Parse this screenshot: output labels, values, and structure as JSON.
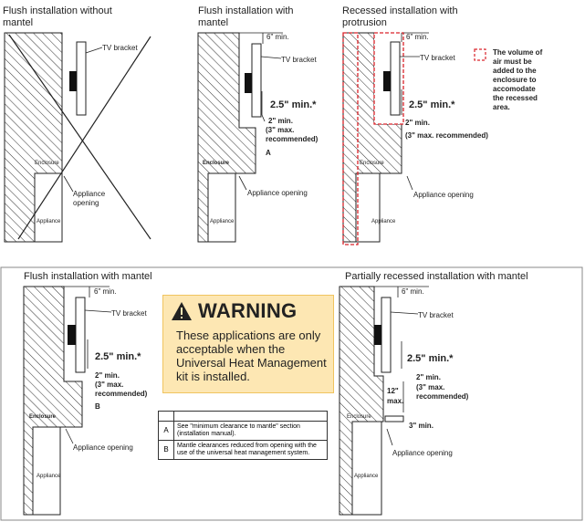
{
  "panels": {
    "p1": {
      "title_line1": "Flush installation without",
      "title_line2": "mantel",
      "tv_bracket": "TV bracket",
      "enclosure": "Enclosure",
      "appliance_opening_l1": "Appliance",
      "appliance_opening_l2": "opening",
      "appliance": "Appliance"
    },
    "p2": {
      "title_line1": "Flush installation with",
      "title_line2": "mantel",
      "min6": "6\" min.",
      "tv_bracket": "TV bracket",
      "min25": "2.5\" min.*",
      "min2": "2\" min.",
      "max3_l1": "(3\" max.",
      "max3_l2": "recommended)",
      "label_a": "A",
      "enclosure": "Enclosure",
      "appliance_opening": "Appliance opening",
      "appliance": "Appliance"
    },
    "p3": {
      "title_line1": "Recessed installation with",
      "title_line2": "protrusion",
      "min6": "6\" min.",
      "tv_bracket": "TV bracket",
      "min25": "2.5\" min.*",
      "min2": "2\" min.",
      "max3": "(3\" max. recommended)",
      "enclosure": "Enclosure",
      "appliance_opening": "Appliance opening",
      "appliance": "Appliance",
      "note_l1": "The volume of",
      "note_l2": "air must be",
      "note_l3": "added to the",
      "note_l4": "enclosure to",
      "note_l5": "accomodate",
      "note_l6": "the recessed",
      "note_l7": "area."
    },
    "p4": {
      "title": "Flush installation with mantel",
      "min6": "6\" min.",
      "tv_bracket": "TV bracket",
      "min25": "2.5\" min.*",
      "min2": "2\" min.",
      "max3_l1": "(3\" max.",
      "max3_l2": "recommended)",
      "label_b": "B",
      "enclosure": "Enclosure",
      "appliance_opening": "Appliance opening",
      "appliance": "Appliance"
    },
    "p5": {
      "title": "Partially recessed installation with mantel",
      "min6": "6\" min.",
      "tv_bracket": "TV bracket",
      "min25": "2.5\" min.*",
      "min2": "2\" min.",
      "max3_l1": "(3\" max.",
      "max3_l2": "recommended)",
      "max12_l1": "12\"",
      "max12_l2": "max.",
      "min3": "3\" min.",
      "enclosure": "Enclosure",
      "appliance_opening": "Appliance opening",
      "appliance": "Appliance"
    }
  },
  "warning": {
    "title": "WARNING",
    "body": "These applications are only acceptable when the Universal Heat Management kit is installed."
  },
  "legend": {
    "rows": [
      {
        "key": "A",
        "text": "See \"minimum clearance to mantle\" section (installation manual)."
      },
      {
        "key": "B",
        "text": "Mantle clearances reduced from opening with the use of the universal heat management system."
      }
    ]
  },
  "colors": {
    "line": "#222222",
    "recess": "#d9232a",
    "warning_bg": "#fde7b3"
  }
}
